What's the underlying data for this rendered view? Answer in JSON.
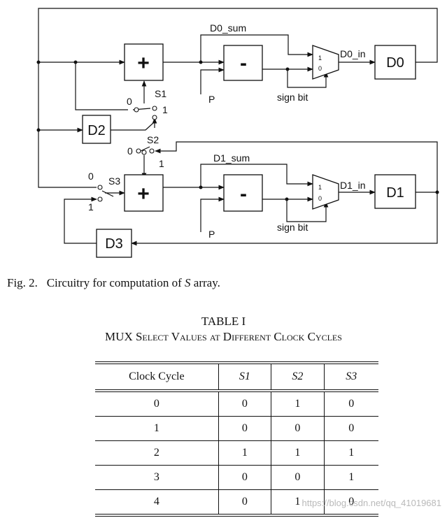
{
  "diagram": {
    "blocks": {
      "d0": "D0",
      "d1": "D1",
      "d2": "D2",
      "d3": "D3",
      "adder": "+",
      "subtractor": "-"
    },
    "signals": {
      "d0_sum": "D0_sum",
      "d1_sum": "D1_sum",
      "d0_in": "D0_in",
      "d1_in": "D1_in",
      "p": "P",
      "sign_bit": "sign bit"
    },
    "switches": {
      "s1": "S1",
      "s2": "S2",
      "s3": "S3",
      "zero": "0",
      "one": "1"
    },
    "mux_inputs": {
      "top": "1",
      "bottom": "0"
    }
  },
  "caption": {
    "prefix": "Fig. 2.",
    "text": "Circuitry for computation of",
    "variable": "S",
    "suffix": "array."
  },
  "table": {
    "title": "TABLE I",
    "subtitle": "MUX Select Values at Different Clock Cycles",
    "headers": [
      "Clock Cycle",
      "S1",
      "S2",
      "S3"
    ],
    "rows": [
      [
        "0",
        "0",
        "1",
        "0"
      ],
      [
        "1",
        "0",
        "0",
        "0"
      ],
      [
        "2",
        "1",
        "1",
        "1"
      ],
      [
        "3",
        "0",
        "0",
        "1"
      ],
      [
        "4",
        "0",
        "1",
        "0"
      ]
    ]
  },
  "watermark": "https://blog.csdn.net/qq_41019681"
}
